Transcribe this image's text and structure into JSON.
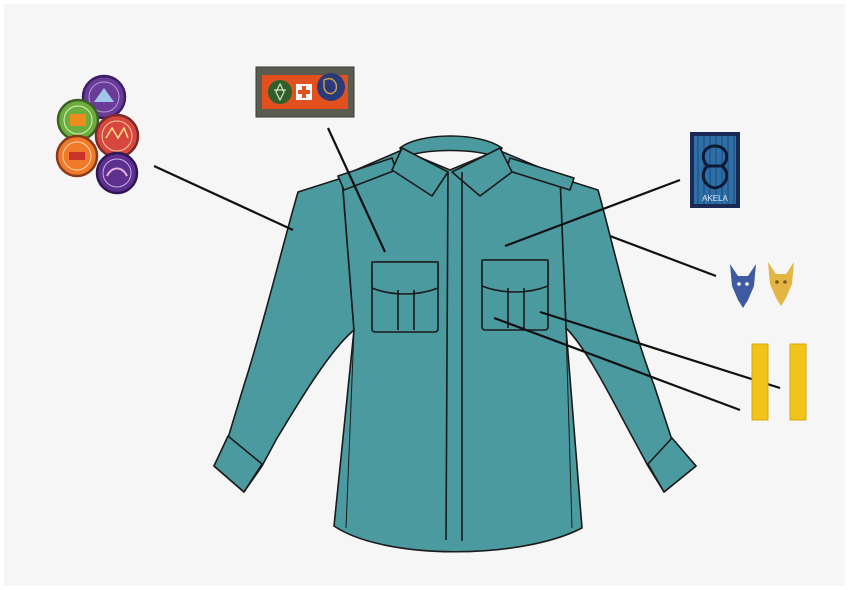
{
  "diagram": {
    "subject": "scout-uniform-shirt",
    "colors": {
      "background": "#f6f6f6",
      "shirt": "#4a9aa0",
      "outline": "#1b1b1b",
      "leader_line": "#111111",
      "patch_orange": "#e2501f",
      "patch_olive": "#5a5c4f",
      "fox_blue": "#3f5aa0",
      "fox_yellow": "#e3b542",
      "stripe_yellow": "#f2c318",
      "badge_navy": "#1a2a55",
      "badge_blue": "#2f6fa8"
    },
    "badges": {
      "round_badges": [
        {
          "name": "purple-badge",
          "color": "#6a3c9a"
        },
        {
          "name": "green-badge",
          "color": "#6cae3e"
        },
        {
          "name": "red-badge",
          "color": "#d8473e"
        },
        {
          "name": "orange-badge",
          "color": "#f07a2a"
        },
        {
          "name": "violet-badge",
          "color": "#5d2f8e"
        }
      ],
      "blue_badge_text": "AKELA"
    },
    "icons": [
      "trefoil-icon",
      "swiss-cross-icon",
      "trefoil-icon",
      "fox-head-icon",
      "fox-head-icon"
    ]
  }
}
